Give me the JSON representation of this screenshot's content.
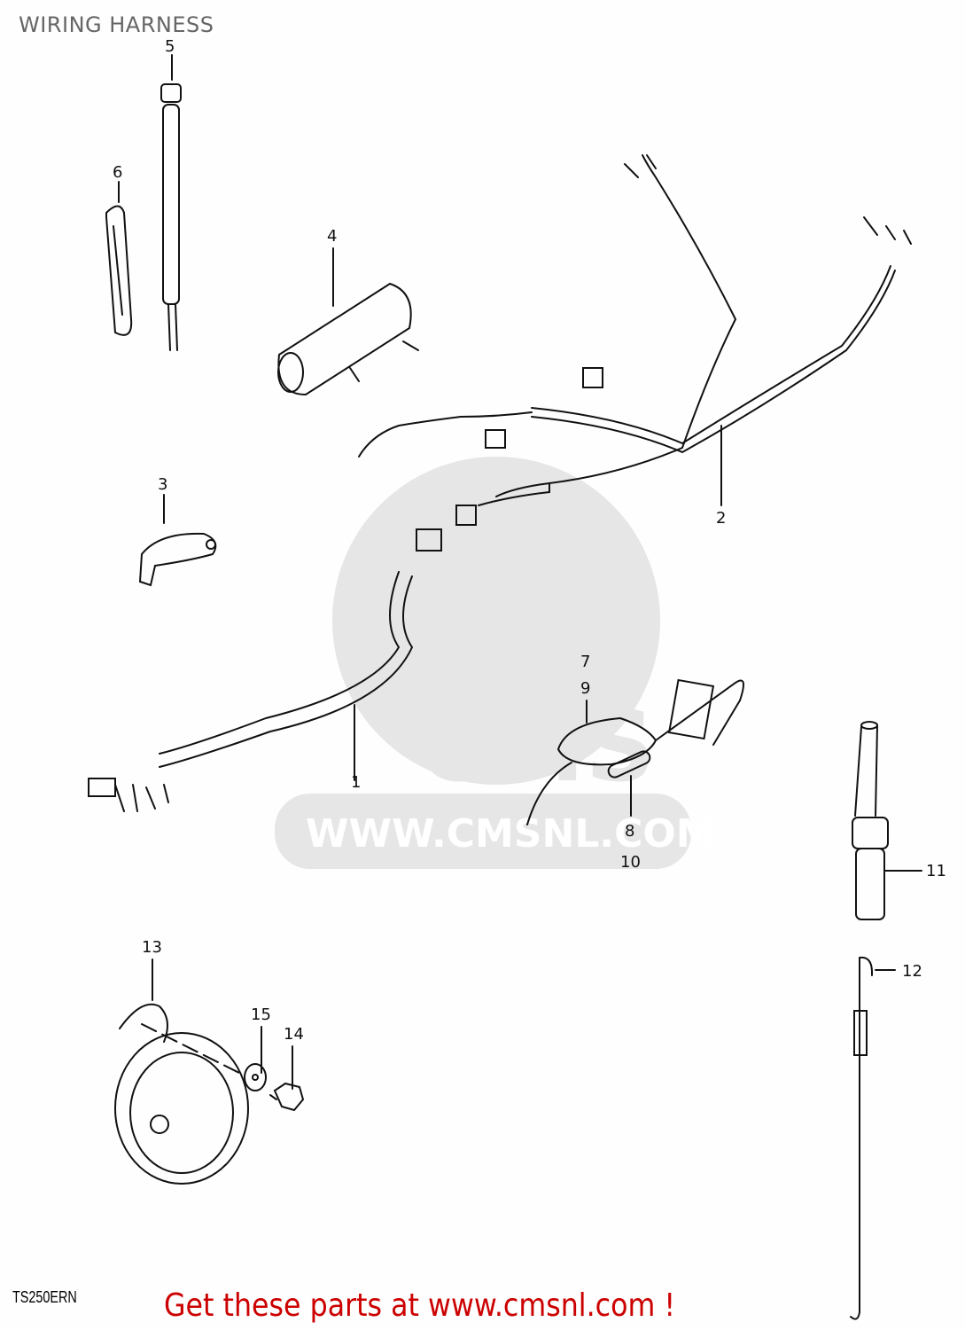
{
  "title": "WIRING HARNESS",
  "diagram_code": "TS250ERN",
  "promo_text": "Get these parts at www.cmsnl.com !",
  "watermark": {
    "logo_text": "CMS",
    "url_text": "WWW.CMSNL.COM",
    "color": "#e6e6e6"
  },
  "colors": {
    "title": "#666666",
    "promo": "#cc0000",
    "line": "#111111"
  },
  "callouts": [
    {
      "id": "1",
      "label": "1",
      "part": "wiring harness (main sub)"
    },
    {
      "id": "2",
      "label": "2",
      "part": "wiring harness (main)"
    },
    {
      "id": "3",
      "label": "3",
      "part": "clamp"
    },
    {
      "id": "4",
      "label": "4",
      "part": "ignition coil"
    },
    {
      "id": "5",
      "label": "5",
      "part": "band / tube"
    },
    {
      "id": "6",
      "label": "6",
      "part": "band"
    },
    {
      "id": "7_9",
      "label_a": "7",
      "label_b": "9",
      "part": "fuse holder"
    },
    {
      "id": "8_10",
      "label_a": "8",
      "label_b": "10",
      "part": "fuse"
    },
    {
      "id": "11",
      "label": "11",
      "part": "stop lamp switch"
    },
    {
      "id": "12",
      "label": "12",
      "part": "spring"
    },
    {
      "id": "13",
      "label": "13",
      "part": "horn"
    },
    {
      "id": "14",
      "label": "14",
      "part": "bolt"
    },
    {
      "id": "15",
      "label": "15",
      "part": "washer"
    }
  ]
}
